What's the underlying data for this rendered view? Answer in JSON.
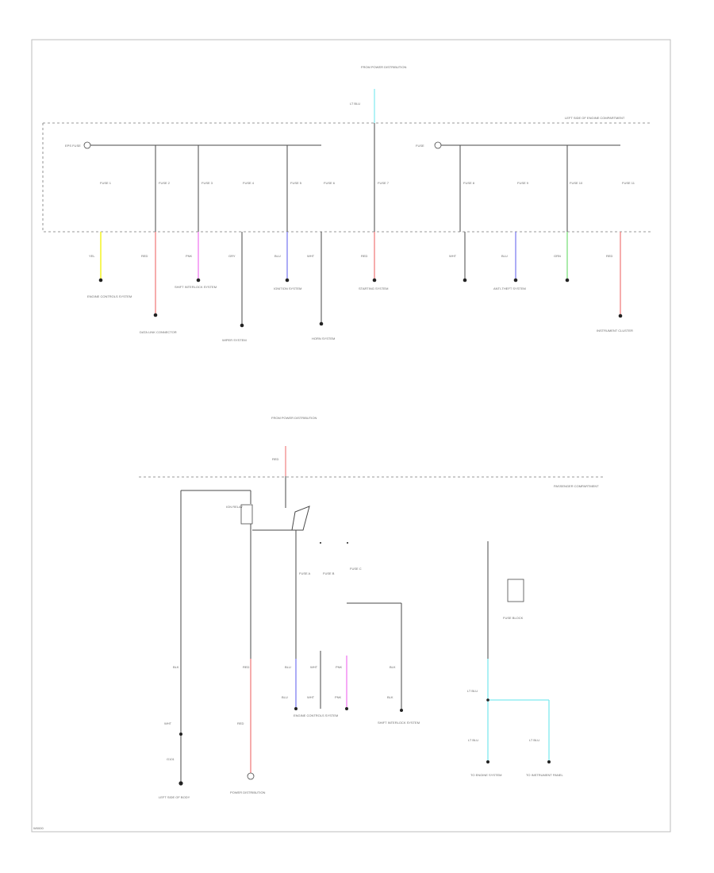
{
  "colors": {
    "yel": "#f2f200",
    "red": "#f08080",
    "pink": "#f07cf0",
    "blue": "#8080f0",
    "grn": "#7ee07e",
    "cyan": "#7fe9ef",
    "grey": "#4a4a4a"
  },
  "top": {
    "source_label": "FROM POWER DISTRIBUTION",
    "feed_label": "LT BLU",
    "bracket_label": "LEFT SIDE OF ENGINE COMPARTMENT",
    "left_bus_label": "EPS FUSE",
    "right_bus_label": "FUSE",
    "fuses": [
      "FUSE 1",
      "FUSE 2",
      "FUSE 3",
      "FUSE 4",
      "FUSE 5",
      "FUSE 6",
      "FUSE 7",
      "FUSE 8",
      "FUSE 9",
      "FUSE 10",
      "FUSE 11"
    ],
    "wire_codes": [
      "YEL",
      "RED",
      "PNK",
      "GRY",
      "BLU",
      "WHT",
      "RED",
      "WHT",
      "BLU",
      "GRN",
      "RED"
    ],
    "destinations": [
      "ENGINE CONTROLS SYSTEM",
      "DATA LINK CONNECTOR",
      "SHIFT INTERLOCK SYSTEM",
      "WIPER SYSTEM",
      "IGNITION SYSTEM",
      "HORN SYSTEM",
      "STARTING SYSTEM",
      "",
      "ANTI-THEFT SYSTEM",
      "",
      "INSTRUMENT CLUSTER"
    ]
  },
  "bottom": {
    "source_label": "FROM POWER DISTRIBUTION",
    "feed_label": "RED",
    "bracket_label": "PASSENGER COMPARTMENT",
    "relay_label": "IGN RELAY",
    "fuses": [
      "FUSE A",
      "FUSE B",
      "FUSE C"
    ],
    "codes_top": [
      "BLK",
      "RED",
      "BLU",
      "WHT",
      "PNK",
      "BLK"
    ],
    "codes_bottom": [
      "WHT",
      "RED",
      "BLU",
      "WHT",
      "PNK",
      "BLK"
    ],
    "ground_label": "G101",
    "dest_ground": "LEFT SIDE OF BODY",
    "dest_power": "POWER DISTRIBUTION",
    "dest_engine": "ENGINE CONTROLS SYSTEM",
    "dest_shift": "SHIFT INTERLOCK SYSTEM",
    "legend_label": "FUSE BLOCK",
    "cyan_codes": [
      "LT BLU",
      "LT BLU",
      "LT BLU"
    ],
    "dest_cyan_1": "TO ENGINE SYSTEM",
    "dest_cyan_2": "TO INSTRUMENT PANEL"
  },
  "footer_code": "W0000"
}
